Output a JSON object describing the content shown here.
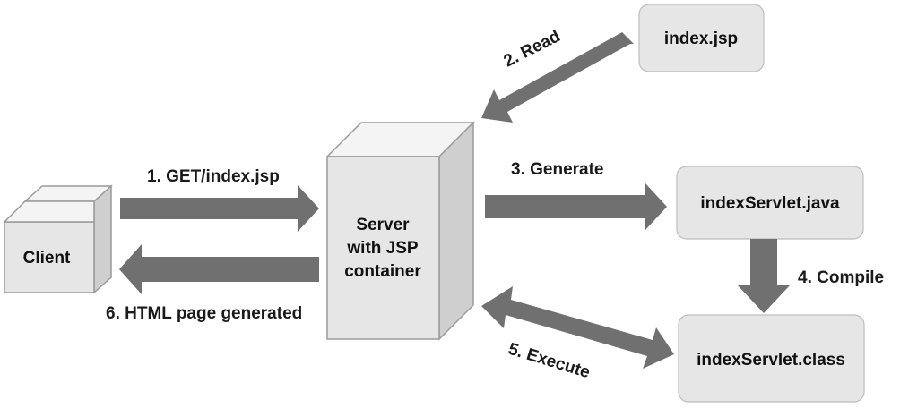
{
  "nodes": {
    "client": {
      "label": "Client"
    },
    "server": {
      "lines": [
        "Server",
        "with JSP",
        "container"
      ]
    },
    "index_jsp": {
      "label": "index.jsp"
    },
    "servlet_java": {
      "label": "indexServlet.java"
    },
    "servlet_class": {
      "label": "indexServlet.class"
    }
  },
  "steps": {
    "get": "1. GET/index.jsp",
    "read": "2. Read",
    "generate": "3. Generate",
    "compile": "4. Compile",
    "execute": "5. Execute",
    "html": "6. HTML page generated"
  },
  "colors": {
    "arrow": "#707070",
    "box_fill": "#e6e6e6",
    "box_side": "#cfcfcf",
    "box_top": "#f4f4f4",
    "box_stroke": "#9a9a9a"
  }
}
